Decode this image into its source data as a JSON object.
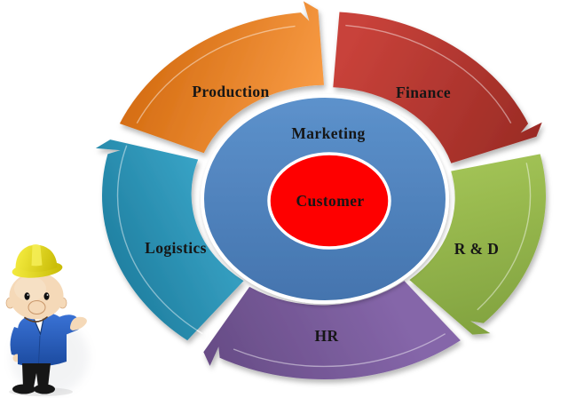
{
  "diagram": {
    "center_label": "Customer",
    "ring_label": "Marketing",
    "segments": [
      {
        "label": "Production",
        "color": "#F89B44",
        "color_dark": "#D2690E"
      },
      {
        "label": "Finance",
        "color": "#C8423A",
        "color_dark": "#9A2B25"
      },
      {
        "label": "R & D",
        "color": "#A2C355",
        "color_dark": "#7FA03E"
      },
      {
        "label": "HR",
        "color": "#8566A9",
        "color_dark": "#674C86"
      },
      {
        "label": "Logistics",
        "color": "#41B0D3",
        "color_dark": "#1F7E9F"
      }
    ],
    "colors": {
      "marketing_light": "#5D92CC",
      "marketing_dark": "#4474AE",
      "customer": "#FE0000",
      "label_text": "#161616"
    }
  },
  "mascot": {
    "skin": "#F5D9B8",
    "hat_light": "#F3EA3E",
    "hat_dark": "#C9BC07",
    "jacket_light": "#3B74D8",
    "jacket_dark": "#1C4BA0",
    "shirt": "#FFFFFF",
    "pants": "#161616"
  }
}
